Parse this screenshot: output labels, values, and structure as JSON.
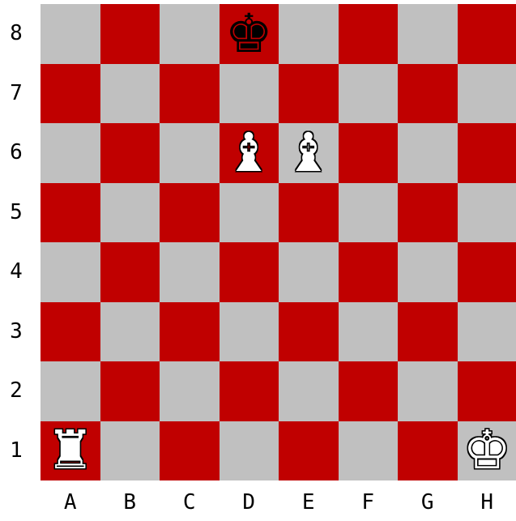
{
  "colors": {
    "light_square": "#c0c0c0",
    "dark_square": "#c00000"
  },
  "ranks": [
    "8",
    "7",
    "6",
    "5",
    "4",
    "3",
    "2",
    "1"
  ],
  "files": [
    "A",
    "B",
    "C",
    "D",
    "E",
    "F",
    "G",
    "H"
  ],
  "pieces": [
    {
      "square": "D8",
      "color": "black",
      "type": "king",
      "symbol": "♚"
    },
    {
      "square": "D6",
      "color": "white",
      "type": "bishop",
      "symbol": "♝"
    },
    {
      "square": "E6",
      "color": "white",
      "type": "bishop",
      "symbol": "♝"
    },
    {
      "square": "A1",
      "color": "white",
      "type": "rook",
      "symbol": "♜"
    },
    {
      "square": "H1",
      "color": "white",
      "type": "king",
      "symbol": "♚"
    }
  ]
}
